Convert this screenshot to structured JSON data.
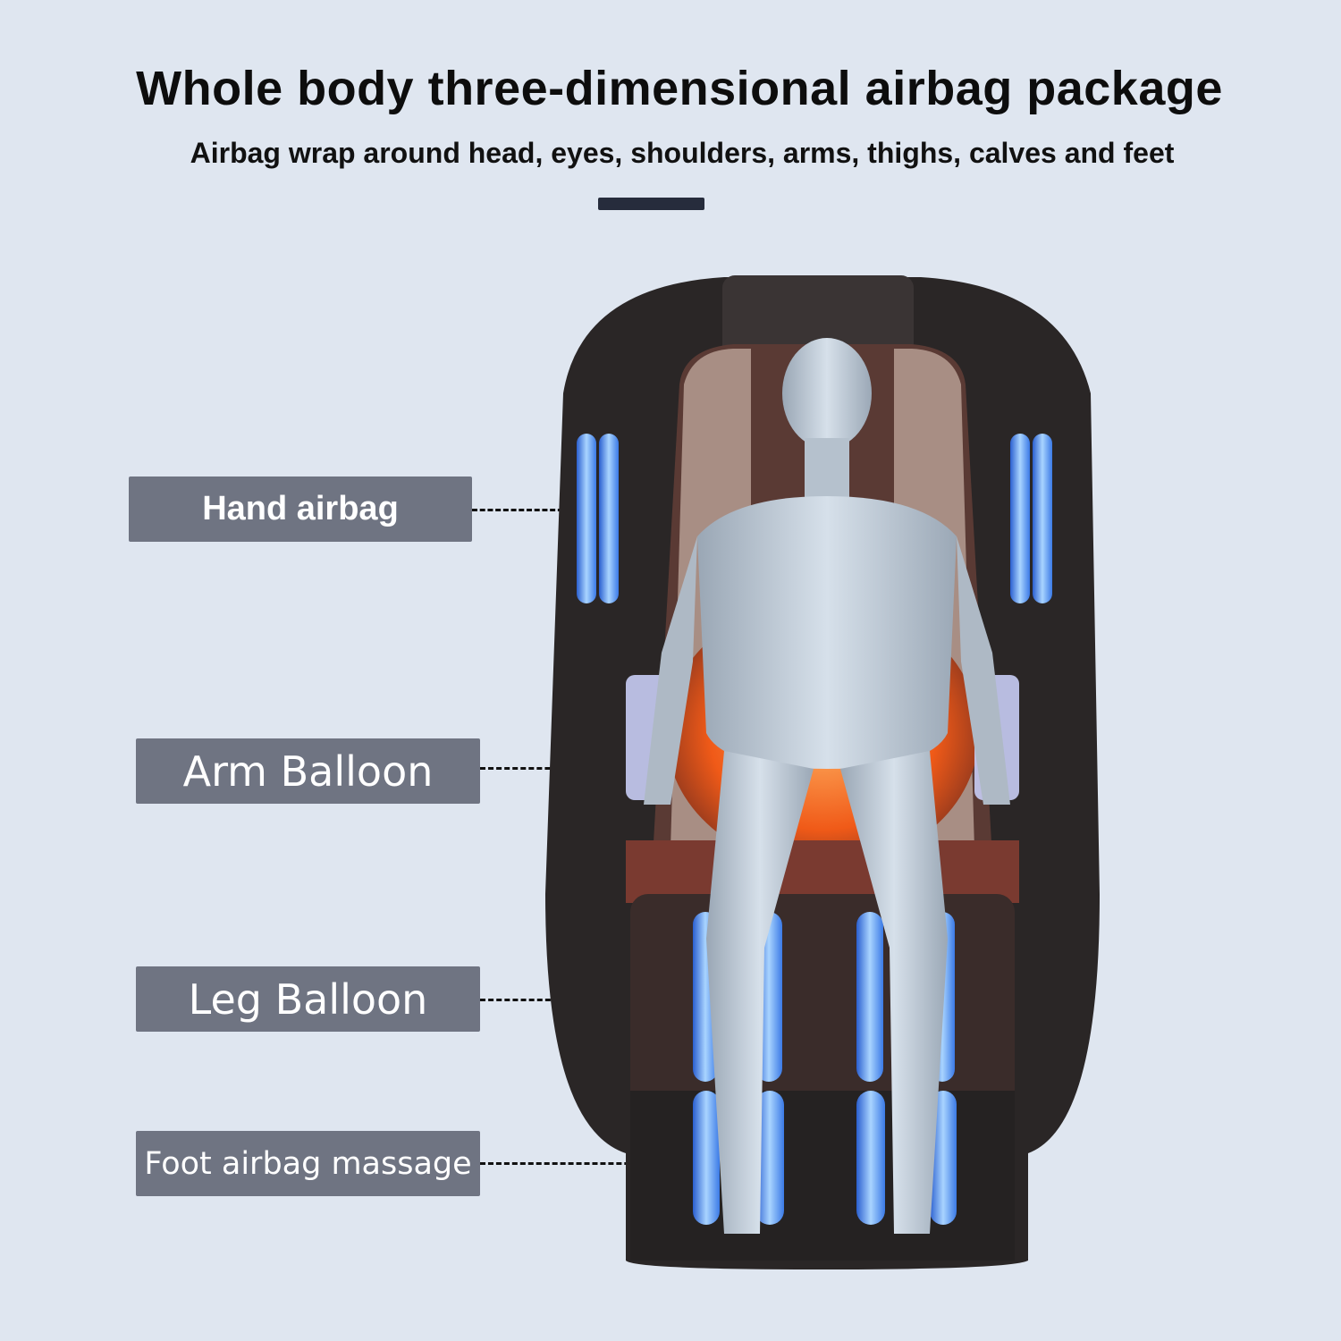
{
  "header": {
    "title": "Whole body three-dimensional airbag package",
    "subtitle": "Airbag wrap around head, eyes, shoulders, arms, thighs, calves and feet"
  },
  "labels": [
    {
      "id": "hand",
      "text": "Hand airbag"
    },
    {
      "id": "arm",
      "text": "Arm Balloon"
    },
    {
      "id": "leg",
      "text": "Leg Balloon"
    },
    {
      "id": "foot",
      "text": "Foot airbag massage"
    }
  ],
  "colors": {
    "background": "#dfe6f0",
    "label_bg": "#6f7482",
    "divider": "#262c3c",
    "airbag_blue": "#4a8ef0",
    "heat_orange": "#f06a20",
    "chair_dark": "#2a2626"
  },
  "illustration": {
    "subject": "massage-chair-with-mannequin"
  }
}
